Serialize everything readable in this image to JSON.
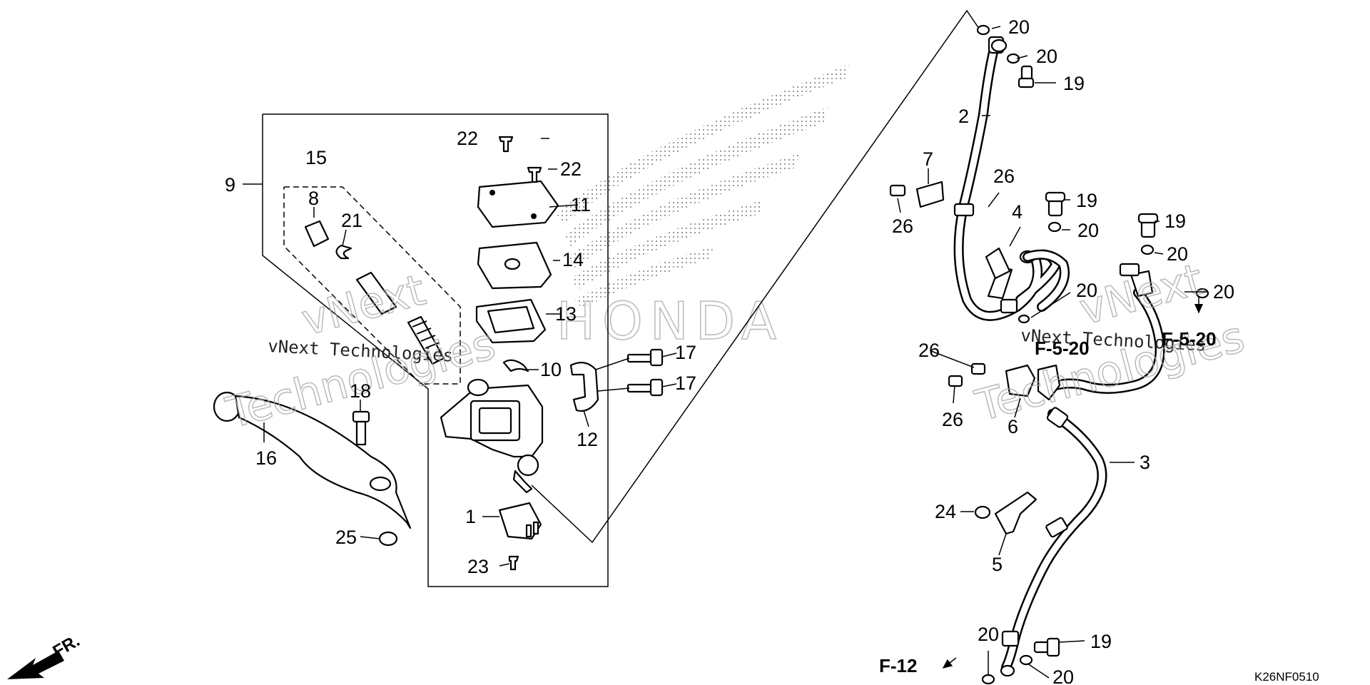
{
  "diagram": {
    "diagram_code": "K26NF0510",
    "front_label": "FR.",
    "watermark": {
      "line_1": "vNext Technologies",
      "big_1": "vNext",
      "big_2": "Technologies"
    },
    "brand_watermark": "HONDA",
    "callouts": {
      "c1": "1",
      "c2": "2",
      "c3": "3",
      "c4": "4",
      "c5": "5",
      "c6": "6",
      "c7": "7",
      "c8": "8",
      "c9": "9",
      "c10": "10",
      "c11": "11",
      "c12": "12",
      "c13": "13",
      "c14": "14",
      "c15": "15",
      "c16": "16",
      "c17a": "17",
      "c17b": "17",
      "c18": "18",
      "c19a": "19",
      "c19b": "19",
      "c19c": "19",
      "c19d": "19",
      "c20a": "20",
      "c20b": "20",
      "c20c": "20",
      "c20d": "20",
      "c20e": "20",
      "c20f": "20",
      "c20g": "20",
      "c20h": "20",
      "c21": "21",
      "c22a": "22",
      "c22b": "22",
      "c23": "23",
      "c24": "24",
      "c25": "25",
      "c26a": "26",
      "c26b": "26",
      "c26c": "26",
      "c26d": "26"
    },
    "references": {
      "r1": "F-5-20",
      "r2": "F-5-20",
      "r3": "F-12"
    }
  }
}
